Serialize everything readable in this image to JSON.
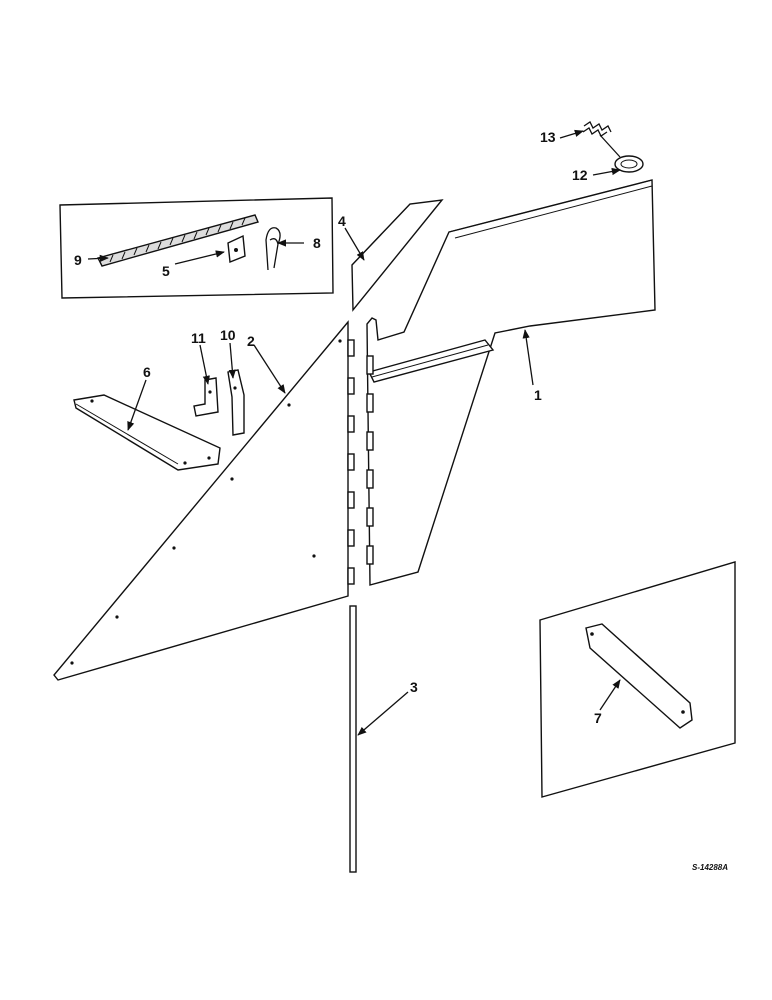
{
  "drawing_code": "S-14288A",
  "callouts": {
    "c1": "1",
    "c2": "2",
    "c3": "3",
    "c4": "4",
    "c5": "5",
    "c6": "6",
    "c7": "7",
    "c8": "8",
    "c9": "9",
    "c10": "10",
    "c11": "11",
    "c12": "12",
    "c13": "13"
  }
}
